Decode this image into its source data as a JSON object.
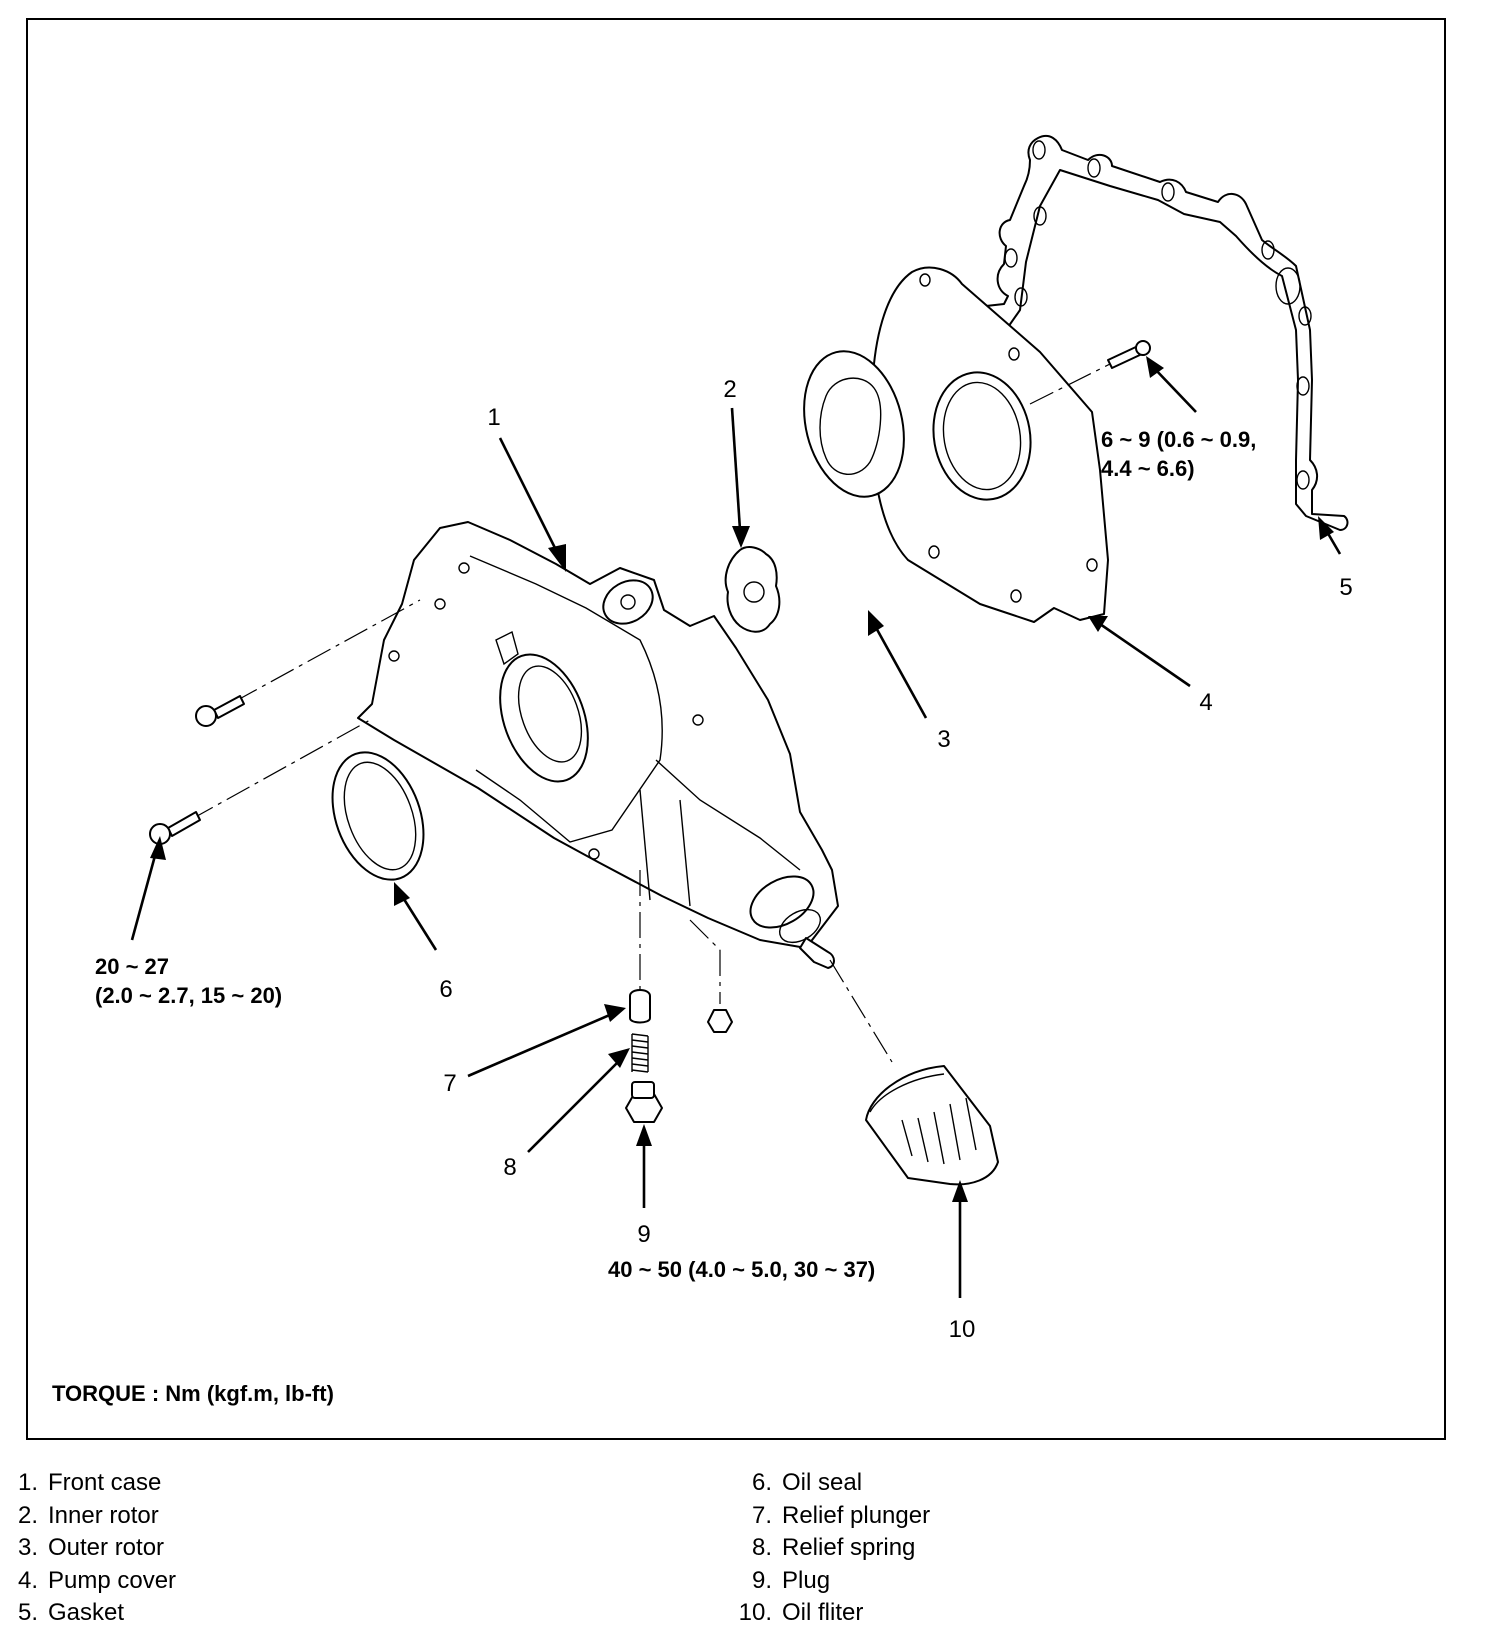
{
  "diagram": {
    "title": "Oil pump exploded view",
    "callouts": [
      {
        "id": "1",
        "label": "1"
      },
      {
        "id": "2",
        "label": "2"
      },
      {
        "id": "3",
        "label": "3"
      },
      {
        "id": "4",
        "label": "4"
      },
      {
        "id": "5",
        "label": "5"
      },
      {
        "id": "6",
        "label": "6"
      },
      {
        "id": "7",
        "label": "7"
      },
      {
        "id": "8",
        "label": "8"
      },
      {
        "id": "9",
        "label": "9"
      },
      {
        "id": "10",
        "label": "10"
      }
    ],
    "torque_specs": [
      {
        "id": "pump-cover-bolt",
        "line1": "6 ~ 9 (0.6 ~ 0.9,",
        "line2": "4.4 ~ 6.6)"
      },
      {
        "id": "front-case-bolt",
        "line1": "20 ~ 27",
        "line2": "(2.0 ~ 2.7, 15 ~ 20)"
      },
      {
        "id": "plug",
        "line1": "40 ~ 50 (4.0 ~ 5.0, 30 ~ 37)",
        "line2": ""
      }
    ],
    "torque_note": "TORQUE :  Nm (kgf.m, lb-ft)"
  },
  "legend": {
    "left": [
      {
        "num": "1.",
        "name": "Front case"
      },
      {
        "num": "2.",
        "name": "Inner rotor"
      },
      {
        "num": "3.",
        "name": "Outer rotor"
      },
      {
        "num": "4.",
        "name": "Pump cover"
      },
      {
        "num": "5.",
        "name": "Gasket"
      }
    ],
    "right": [
      {
        "num": "6.",
        "name": "Oil seal"
      },
      {
        "num": "7.",
        "name": "Relief plunger"
      },
      {
        "num": "8.",
        "name": "Relief spring"
      },
      {
        "num": "9.",
        "name": "Plug"
      },
      {
        "num": "10.",
        "name": "Oil fliter"
      }
    ]
  }
}
